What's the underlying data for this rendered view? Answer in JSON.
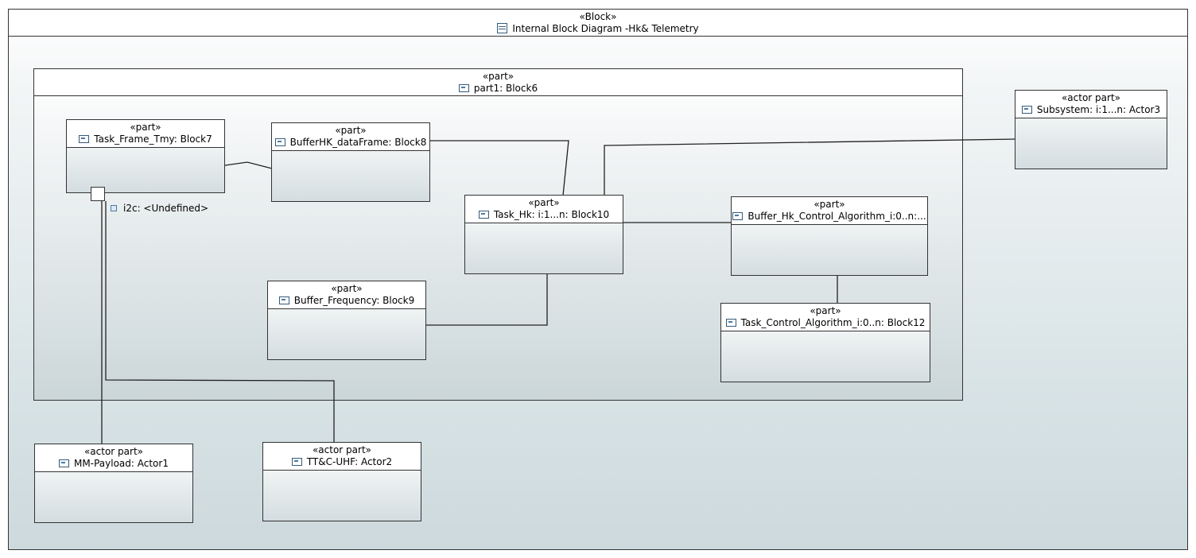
{
  "diagram": {
    "stereotype": "«Block»",
    "title": "Internal Block Diagram -Hk& Telemetry"
  },
  "part1": {
    "stereotype": "«part»",
    "name": "part1: Block6"
  },
  "parts": {
    "task_frame": {
      "stereotype": "«part»",
      "name": "Task_Frame_Tmy: Block7"
    },
    "buffer_hk_dataframe": {
      "stereotype": "«part»",
      "name": "BufferHK_dataFrame: Block8"
    },
    "task_hk": {
      "stereotype": "«part»",
      "name": "Task_Hk: i:1...n: Block10"
    },
    "buffer_hk_control": {
      "stereotype": "«part»",
      "name": "Buffer_Hk_Control_Algorithm_i:0..n:..."
    },
    "buffer_frequency": {
      "stereotype": "«part»",
      "name": "Buffer_Frequency: Block9"
    },
    "task_control": {
      "stereotype": "«part»",
      "name": "Task_Control_Algorithm_i:0..n: Block12"
    }
  },
  "actors": {
    "subsystem": {
      "stereotype": "«actor part»",
      "name": "Subsystem: i:1...n: Actor3"
    },
    "mm_payload": {
      "stereotype": "«actor part»",
      "name": "MM-Payload: Actor1"
    },
    "ttc_uhf": {
      "stereotype": "«actor part»",
      "name": "TT&C-UHF: Actor2"
    }
  },
  "port": {
    "label": "i2c: <Undefined>"
  },
  "icons": {
    "diagram": "diagram-icon",
    "part": "part-icon",
    "port": "port-icon"
  },
  "colors": {
    "line": "#333333",
    "gradient_bottom": "#cdd9dc"
  }
}
